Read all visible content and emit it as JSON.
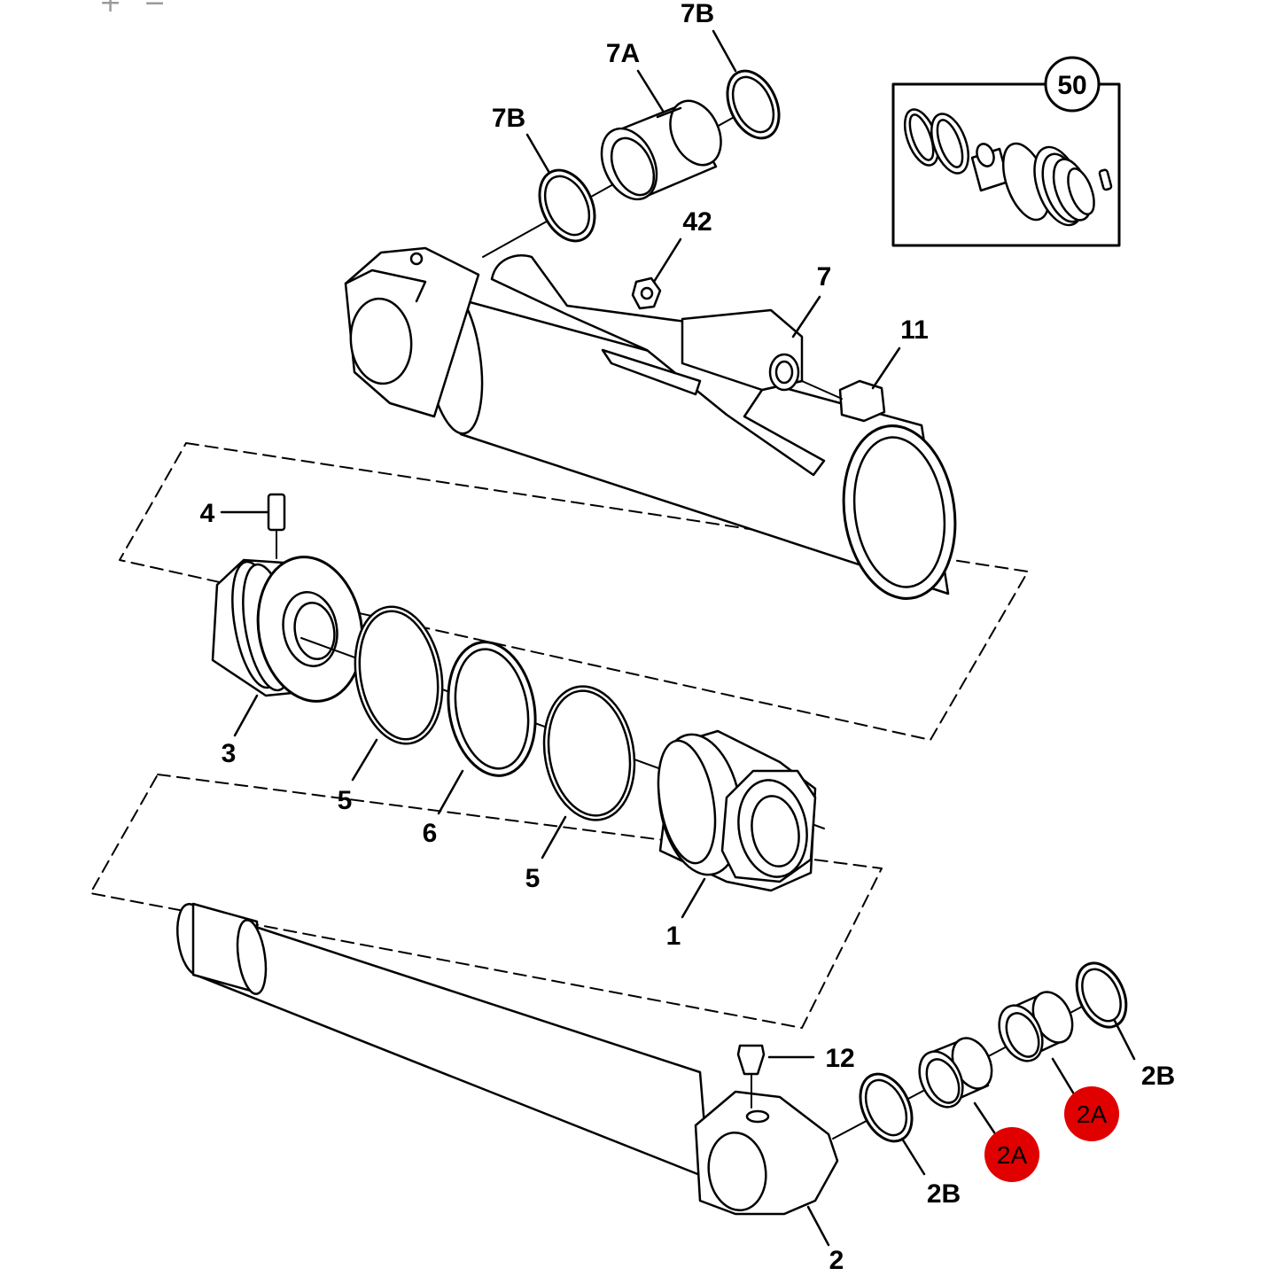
{
  "toolbar": {
    "zoom_in": "+",
    "zoom_out": "−"
  },
  "callouts": {
    "c7b_top": "7B",
    "c7a": "7A",
    "c7b_left": "7B",
    "c50": "50",
    "c42": "42",
    "c7": "7",
    "c11": "11",
    "c4": "4",
    "c3": "3",
    "c5_left": "5",
    "c6": "6",
    "c5_right": "5",
    "c1": "1",
    "c12": "12",
    "c2b_right": "2B",
    "c2a_right": "2A",
    "c2a_left": "2A",
    "c2b_left": "2B",
    "c2": "2"
  },
  "colors": {
    "ink": "#000000",
    "highlight": "#e00000",
    "paper": "#ffffff",
    "zoom": "#9a9a9a"
  }
}
